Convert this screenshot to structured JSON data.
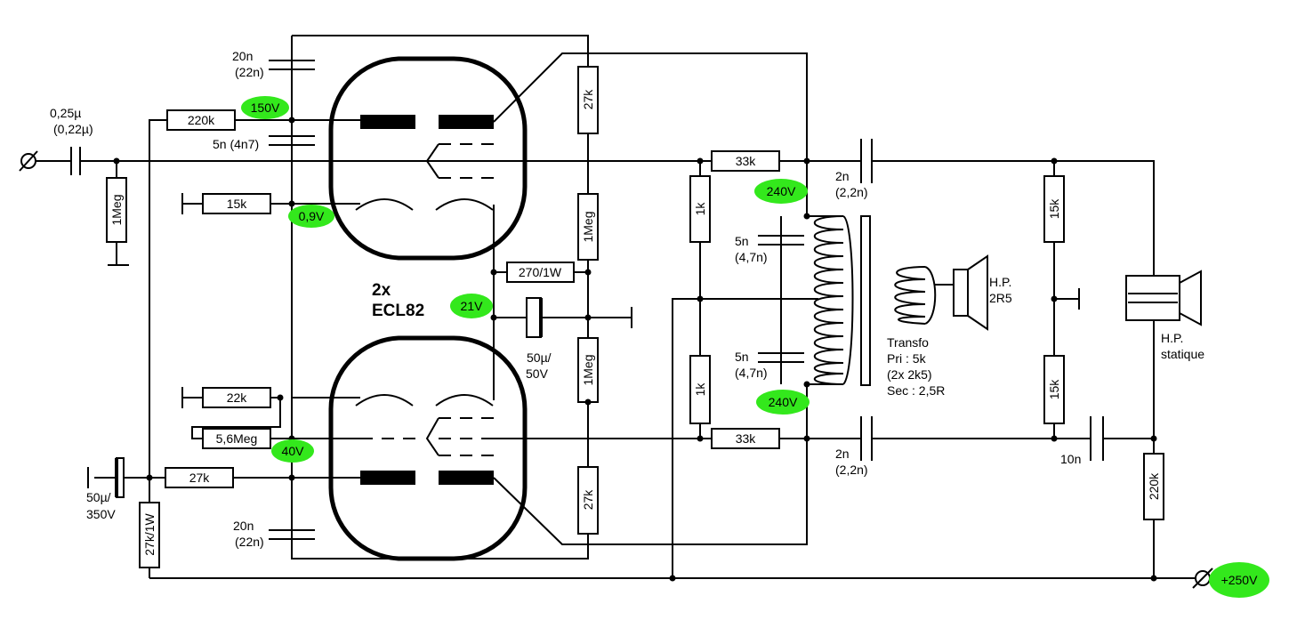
{
  "colors": {
    "voltage_badge": "#33e81c",
    "wire": "#000000",
    "background": "#ffffff"
  },
  "tube": {
    "count": "2x",
    "type": "ECL82"
  },
  "resistors": {
    "r220k_in": "220k",
    "r1meg_grid": "1Meg",
    "r15k": "15k",
    "r22k": "22k",
    "r5_6meg": "5,6Meg",
    "r27k_bias": "27k",
    "r27k_1w": "27k/1W",
    "r27k_top": "27k",
    "r1meg_a": "1Meg",
    "r270": "270/1W",
    "r1meg_b": "1Meg",
    "r27k_bot": "27k",
    "r33k_top": "33k",
    "r33k_bot": "33k",
    "r1k_top": "1k",
    "r1k_bot": "1k",
    "r15k_r_top": "15k",
    "r15k_r_bot": "15k",
    "r220k_r": "220k"
  },
  "capacitors": {
    "c_in_1": "0,25µ",
    "c_in_2": "(0,22µ)",
    "c20n_top_1": "20n",
    "c20n_top_2": "(22n)",
    "c5n_1": "5n (4n7)",
    "c50_cath_1": "50µ/",
    "c50_cath_2": "50V",
    "c50_sup_1": "50µ/",
    "c50_sup_2": "350V",
    "c20n_bot_1": "20n",
    "c20n_bot_2": "(22n)",
    "c5n_top_1": "5n",
    "c5n_top_2": "(4,7n)",
    "c5n_bot_1": "5n",
    "c5n_bot_2": "(4,7n)",
    "c2n_top_1": "2n",
    "c2n_top_2": "(2,2n)",
    "c2n_bot_1": "2n",
    "c2n_bot_2": "(2,2n)",
    "c10n": "10n"
  },
  "voltages": {
    "v150": "150V",
    "v0_9": "0,9V",
    "v21": "21V",
    "v40": "40V",
    "v240_top": "240V",
    "v240_bot": "240V",
    "v250": "+250V"
  },
  "transformer": {
    "line1": "Transfo",
    "line2": "Pri : 5k",
    "line3": "(2x 2k5)",
    "line4": "Sec : 2,5R"
  },
  "speakers": {
    "dynamic_1": "H.P.",
    "dynamic_2": "2R5",
    "static_1": "H.P.",
    "static_2": "statique"
  }
}
